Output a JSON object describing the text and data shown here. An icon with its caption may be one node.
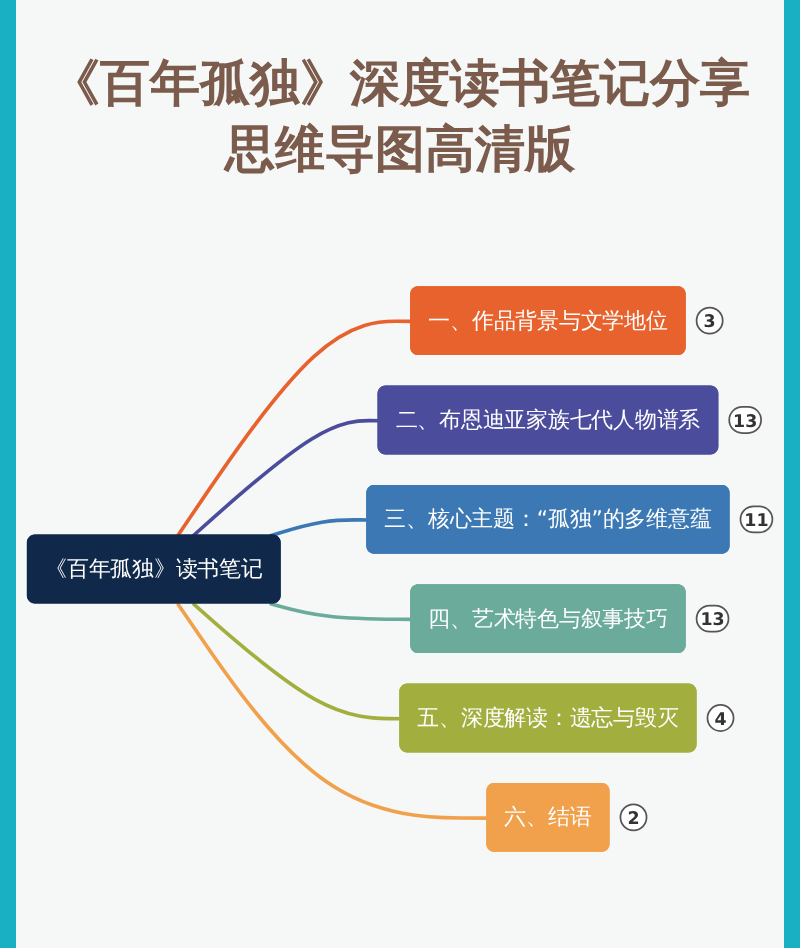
{
  "diagram": {
    "title": "《百年孤独》深度读书笔记分享思维导图高清版",
    "nodes": [
      {
        "text": [
          "《百年孤独》读书笔记"
        ]
      },
      {
        "text": [
          "一、作品背景与文学地位"
        ],
        "beside": [
          "3"
        ]
      },
      {
        "text": [
          "二、布恩迪亚家族七代人物谱系"
        ],
        "beside": [
          "13"
        ]
      },
      {
        "text": [
          "三、核心主题：“孤独”的多维意蕴"
        ],
        "beside": [
          "11"
        ]
      },
      {
        "text": [
          "四、艺术特色与叙事技巧"
        ],
        "beside": [
          "13"
        ]
      },
      {
        "text": [
          "五、深度解读：遗忘与毁灭"
        ],
        "beside": [
          "4"
        ]
      },
      {
        "text": [
          "六、结语"
        ],
        "beside": [
          "2"
        ]
      }
    ],
    "edges": [
      {
        "from": 0,
        "to": 1,
        "arrow": "none",
        "color": "#e8622d"
      },
      {
        "from": 0,
        "to": 2,
        "arrow": "none",
        "color": "#4b4c9c"
      },
      {
        "from": 0,
        "to": 3,
        "arrow": "none",
        "color": "#3c79b4"
      },
      {
        "from": 0,
        "to": 4,
        "arrow": "none",
        "color": "#6bab9b"
      },
      {
        "from": 0,
        "to": 5,
        "arrow": "none",
        "color": "#a2af3f"
      },
      {
        "from": 0,
        "to": 6,
        "arrow": "none",
        "color": "#f1a14c"
      }
    ]
  }
}
